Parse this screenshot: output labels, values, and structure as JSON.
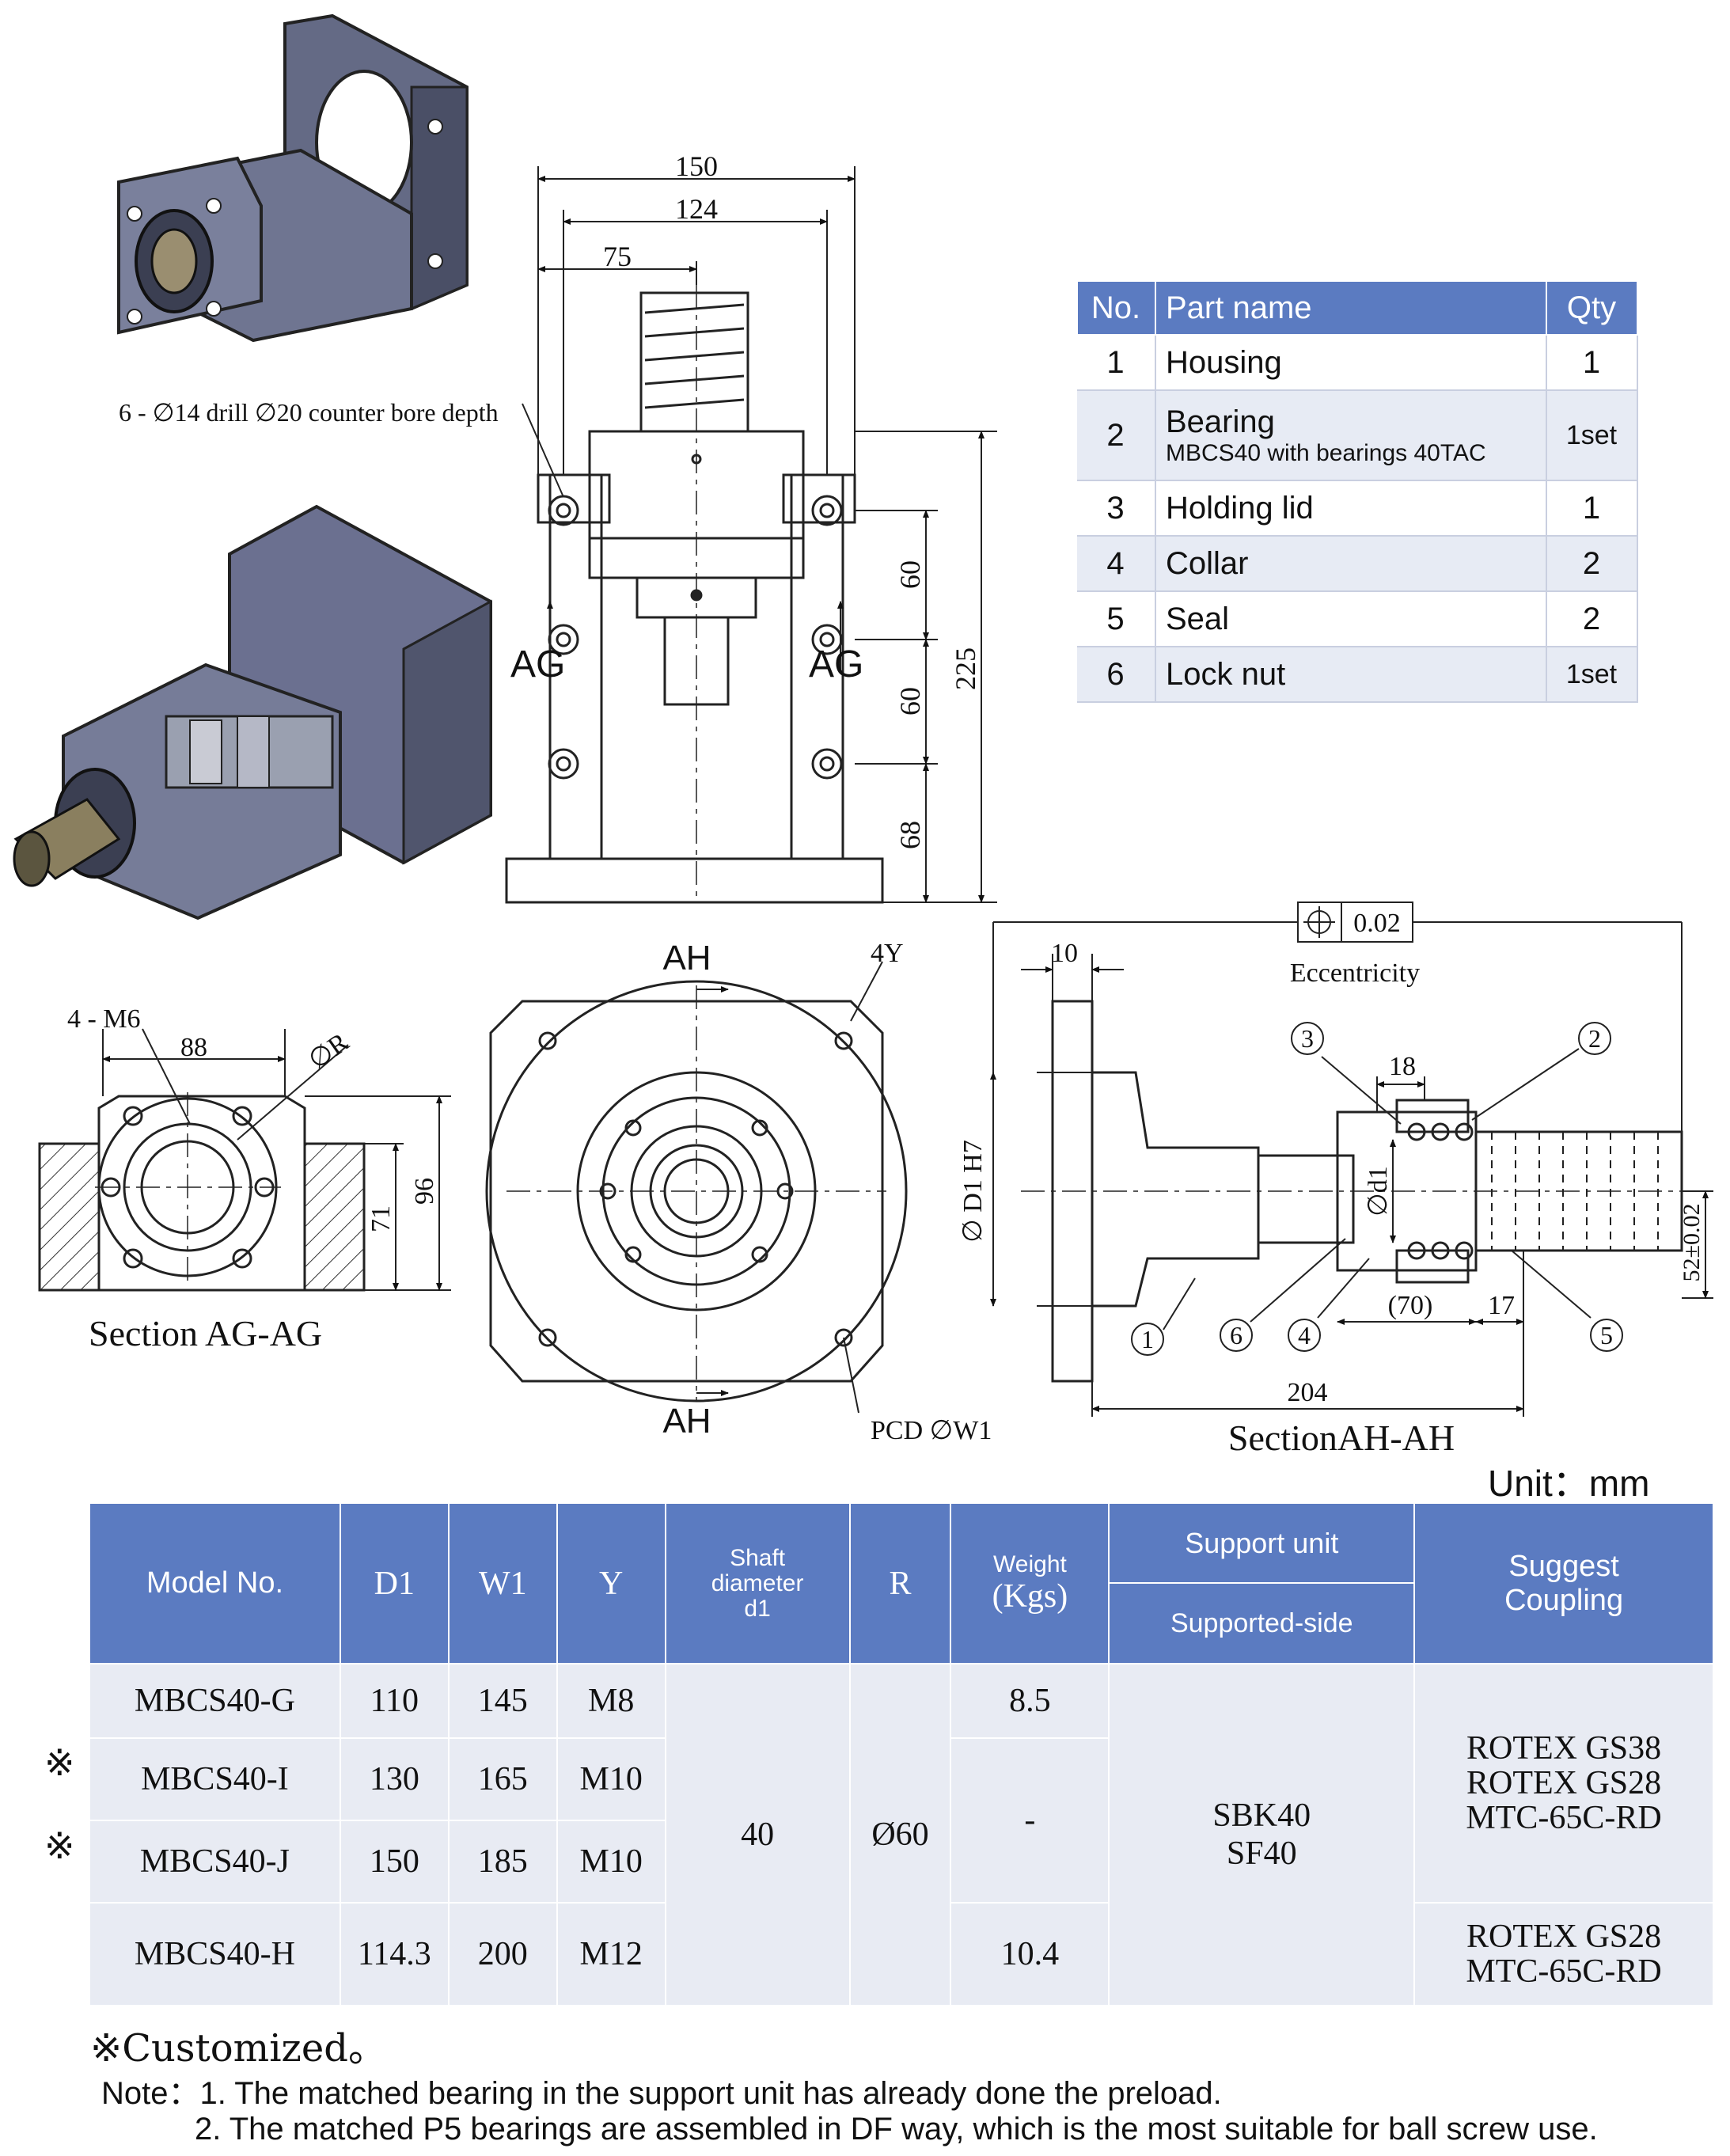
{
  "drawing": {
    "dim_150": "150",
    "dim_124": "124",
    "dim_75": "75",
    "hole_note": "6 - ∅14 drill ∅20 counter bore depth",
    "dim_60a": "60",
    "dim_60b": "60",
    "dim_68": "68",
    "dim_225": "225",
    "section_mark": "AG",
    "view_mark": "AH",
    "dim_4y": "4Y",
    "tap_note": "4 - M6",
    "dim_88": "88",
    "dim_r": "∅R",
    "dim_71": "71",
    "dim_96": "96",
    "section_ag_label": "Section AG-AG",
    "pcd_label": "PCD ∅W1",
    "dim_10": "10",
    "tolerance_value": "0.02",
    "eccentricity_label": "Eccentricity",
    "dim_18": "18",
    "dim_d1h7": "∅ D1 H7",
    "dim_d1": "∅d1",
    "dim_70": "(70)",
    "dim_17": "17",
    "dim_204": "204",
    "dim_52": "52±0.02",
    "section_ah_label": "SectionAH-AH",
    "balloons": [
      "1",
      "2",
      "3",
      "4",
      "5",
      "6"
    ]
  },
  "parts_table": {
    "headers": {
      "no": "No.",
      "name": "Part name",
      "qty": "Qty"
    },
    "rows": [
      {
        "no": "1",
        "name": "Housing",
        "sub": "",
        "qty": "1"
      },
      {
        "no": "2",
        "name": "Bearing",
        "sub": "MBCS40 with bearings 40TAC",
        "qty": "1set"
      },
      {
        "no": "3",
        "name": "Holding lid",
        "sub": "",
        "qty": "1"
      },
      {
        "no": "4",
        "name": "Collar",
        "sub": "",
        "qty": "2"
      },
      {
        "no": "5",
        "name": "Seal",
        "sub": "",
        "qty": "2"
      },
      {
        "no": "6",
        "name": "Lock nut",
        "sub": "",
        "qty": "1set"
      }
    ]
  },
  "unit_label": "Unit：mm",
  "model_table": {
    "headers": {
      "model": "Model No.",
      "d1": "D1",
      "w1": "W1",
      "y": "Y",
      "shaft_1": "Shaft",
      "shaft_2": "diameter",
      "shaft_3": "d1",
      "r": "R",
      "weight_1": "Weight",
      "weight_2": "(Kgs)",
      "support_unit": "Support unit",
      "supported_side": "Supported-side",
      "coupling_1": "Suggest",
      "coupling_2": "Coupling"
    },
    "rows": [
      {
        "model": "MBCS40-G",
        "d1": "110",
        "w1": "145",
        "y": "M8"
      },
      {
        "model": "MBCS40-I",
        "d1": "130",
        "w1": "165",
        "y": "M10"
      },
      {
        "model": "MBCS40-J",
        "d1": "150",
        "w1": "185",
        "y": "M10"
      },
      {
        "model": "MBCS40-H",
        "d1": "114.3",
        "w1": "200",
        "y": "M12"
      }
    ],
    "shaft": "40",
    "r": "Ø60",
    "weight_g": "8.5",
    "weight_ij": "-",
    "weight_h": "10.4",
    "support_1": "SBK40",
    "support_2": "SF40",
    "coupling_a_1": "ROTEX GS38",
    "coupling_a_2": "ROTEX GS28",
    "coupling_a_3": "MTC-65C-RD",
    "coupling_b_1": "ROTEX GS28",
    "coupling_b_2": "MTC-65C-RD"
  },
  "custom_mark": "※",
  "customized_note": "※Customized。",
  "note1": "Note：1. The matched bearing in the support unit has already done the preload.",
  "note2": "2. The matched P5 bearings are assembled in DF way, which is the most suitable for ball screw use."
}
